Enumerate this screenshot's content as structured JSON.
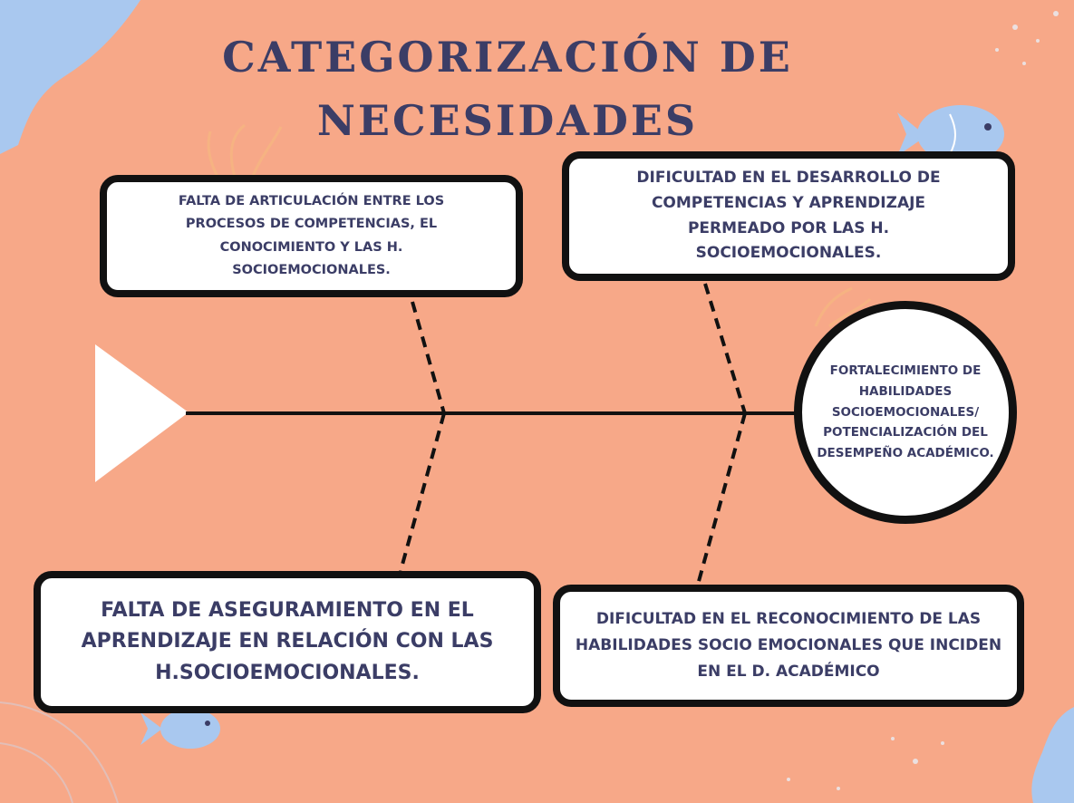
{
  "title": {
    "line1": "CATEGORIZACIÓN DE",
    "line2": "NECESIDADES"
  },
  "causes": [
    {
      "position": "top-left",
      "text": "FALTA DE ARTICULACIÓN ENTRE LOS PROCESOS DE COMPETENCIAS, EL CONOCIMIENTO Y LAS H. SOCIOEMOCIONALES."
    },
    {
      "position": "top-right",
      "text": "DIFICULTAD EN EL DESARROLLO DE COMPETENCIAS Y APRENDIZAJE PERMEADO POR LAS H. SOCIOEMOCIONALES."
    },
    {
      "position": "bottom-left",
      "text": "FALTA DE ASEGURAMIENTO EN EL APRENDIZAJE EN RELACIÓN CON LAS H.SOCIOEMOCIONALES."
    },
    {
      "position": "bottom-right",
      "text": "DIFICULTAD EN EL RECONOCIMIENTO DE LAS HABILIDADES SOCIO EMOCIONALES QUE INCIDEN EN EL D. ACADÉMICO"
    }
  ],
  "effect": {
    "text": "FORTALECIMIENTO DE HABILIDADES SOCIOEMOCIONALES/ POTENCIALIZACIÓN DEL DESEMPEÑO ACADÉMICO."
  },
  "colors": {
    "background": "#f7a888",
    "title_text": "#3b3d66",
    "box_text": "#3b3d66",
    "border": "#111111",
    "blob_accent": "#a9c8ef",
    "fish": "#a9c8ef"
  },
  "icons": [
    "fish-icon",
    "fish-icon",
    "arrow-head",
    "leaf-decoration"
  ]
}
